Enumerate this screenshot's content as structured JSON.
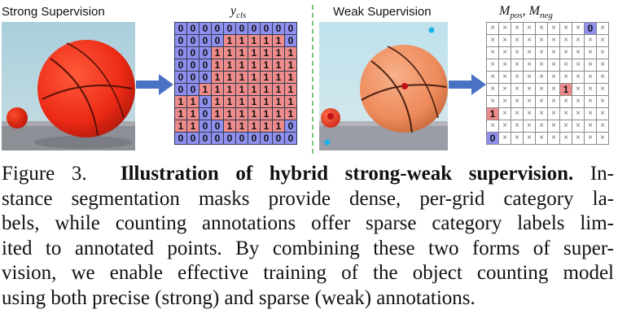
{
  "panels": {
    "strong_title": "Strong Supervision",
    "weak_title": "Weak Supervision",
    "ycls_title": "y",
    "ycls_sub": "cls",
    "mask_title_a": "M",
    "mask_sub_a": "pos",
    "mask_sep": ", ",
    "mask_title_b": "M",
    "mask_sub_b": "neg"
  },
  "ycls_grid": [
    [
      "0",
      "0",
      "0",
      "0",
      "0",
      "0",
      "0",
      "0",
      "0",
      "0"
    ],
    [
      "0",
      "0",
      "0",
      "0",
      "1",
      "1",
      "1",
      "1",
      "1",
      "0"
    ],
    [
      "0",
      "0",
      "0",
      "1",
      "1",
      "1",
      "1",
      "1",
      "1",
      "1"
    ],
    [
      "0",
      "0",
      "0",
      "1",
      "1",
      "1",
      "1",
      "1",
      "1",
      "1"
    ],
    [
      "0",
      "0",
      "0",
      "1",
      "1",
      "1",
      "1",
      "1",
      "1",
      "1"
    ],
    [
      "0",
      "0",
      "1",
      "1",
      "1",
      "1",
      "1",
      "1",
      "1",
      "1"
    ],
    [
      "1",
      "1",
      "0",
      "1",
      "1",
      "1",
      "1",
      "1",
      "1",
      "1"
    ],
    [
      "1",
      "1",
      "0",
      "1",
      "1",
      "1",
      "1",
      "1",
      "1",
      "1"
    ],
    [
      "1",
      "1",
      "0",
      "0",
      "1",
      "1",
      "1",
      "1",
      "1",
      "0"
    ],
    [
      "0",
      "0",
      "0",
      "0",
      "0",
      "0",
      "0",
      "0",
      "0",
      "0"
    ]
  ],
  "mask_grid": [
    [
      "×",
      "×",
      "×",
      "×",
      "×",
      "×",
      "×",
      "×",
      "0",
      "×"
    ],
    [
      "×",
      "×",
      "×",
      "×",
      "×",
      "×",
      "×",
      "×",
      "×",
      "×"
    ],
    [
      "×",
      "×",
      "×",
      "×",
      "×",
      "×",
      "×",
      "×",
      "×",
      "×"
    ],
    [
      "×",
      "×",
      "×",
      "×",
      "×",
      "×",
      "×",
      "×",
      "×",
      "×"
    ],
    [
      "×",
      "×",
      "×",
      "×",
      "×",
      "×",
      "×",
      "×",
      "×",
      "×"
    ],
    [
      "×",
      "×",
      "×",
      "×",
      "×",
      "×",
      "1",
      "×",
      "×",
      "×"
    ],
    [
      "×",
      "×",
      "×",
      "×",
      "×",
      "×",
      "×",
      "×",
      "×",
      "×"
    ],
    [
      "1",
      "×",
      "×",
      "×",
      "×",
      "×",
      "×",
      "×",
      "×",
      "×"
    ],
    [
      "×",
      "×",
      "×",
      "×",
      "×",
      "×",
      "×",
      "×",
      "×",
      "×"
    ],
    [
      "0",
      "×",
      "×",
      "×",
      "×",
      "×",
      "×",
      "×",
      "×",
      "×"
    ]
  ],
  "colors": {
    "zero_cell": "#8f8fef",
    "one_cell": "#ef8b8b",
    "arrow": "#4a72c4",
    "divider": "#7cc27a",
    "point_cyan": "#1ab0e8",
    "point_red": "#c0101a"
  },
  "caption": {
    "figure_label": "Figure 3.",
    "bold_title": "Illustration of hybrid strong-weak supervision.",
    "line1_rest": "In-",
    "line2": "stance segmentation masks provide dense, per-grid category la-",
    "line3": "bels, while counting annotations offer sparse category labels lim-",
    "line4": "ited to annotated points. By combining these two forms of super-",
    "line5": "vision, we enable effective training of the object counting model",
    "line6": "using both precise (strong) and sparse (weak) annotations."
  }
}
